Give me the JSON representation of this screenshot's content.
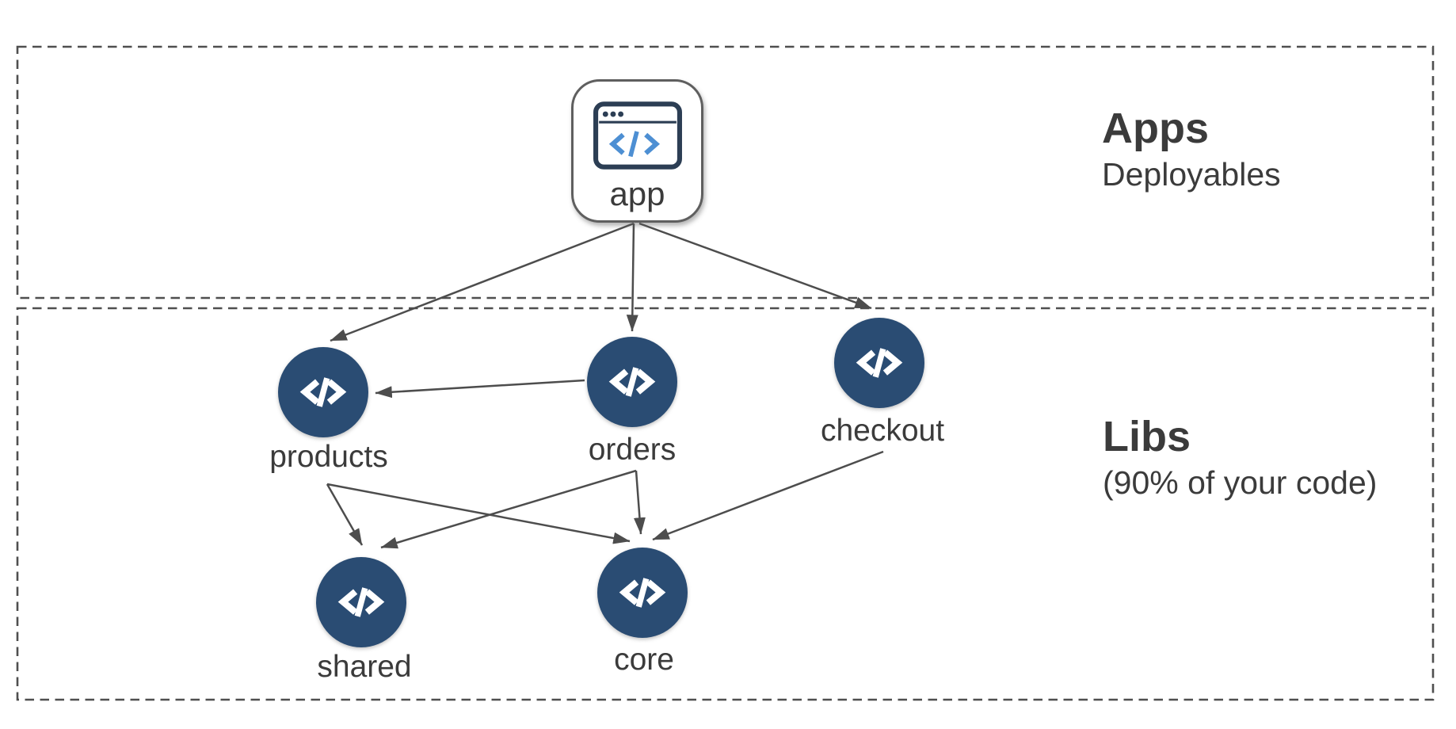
{
  "diagram": {
    "sections": [
      {
        "id": "apps",
        "title": "Apps",
        "subtitle": "Deployables"
      },
      {
        "id": "libs",
        "title": "Libs",
        "subtitle": "(90% of your code)"
      }
    ],
    "nodes": {
      "app": {
        "label": "app",
        "type": "application",
        "icon": "browser-code-icon",
        "section": "apps"
      },
      "products": {
        "label": "products",
        "type": "library",
        "icon": "code-circle-icon",
        "section": "libs"
      },
      "orders": {
        "label": "orders",
        "type": "library",
        "icon": "code-circle-icon",
        "section": "libs"
      },
      "checkout": {
        "label": "checkout",
        "type": "library",
        "icon": "code-circle-icon",
        "section": "libs"
      },
      "shared": {
        "label": "shared",
        "type": "library",
        "icon": "code-circle-icon",
        "section": "libs"
      },
      "core": {
        "label": "core",
        "type": "library",
        "icon": "code-circle-icon",
        "section": "libs"
      }
    },
    "edges": [
      {
        "from": "app",
        "to": "products"
      },
      {
        "from": "app",
        "to": "orders"
      },
      {
        "from": "app",
        "to": "checkout"
      },
      {
        "from": "orders",
        "to": "products"
      },
      {
        "from": "products",
        "to": "shared"
      },
      {
        "from": "products",
        "to": "core"
      },
      {
        "from": "orders",
        "to": "shared"
      },
      {
        "from": "orders",
        "to": "core"
      },
      {
        "from": "checkout",
        "to": "core"
      }
    ],
    "colors": {
      "background": "#ffffff",
      "node_fill": "#2a4c73",
      "node_glyph": "#ffffff",
      "arrow": "#4d4d4d",
      "section_border": "#4f4f4f",
      "text": "#3b3b3b",
      "app_icon_outline": "#2c3e54",
      "app_icon_code": "#4d8fd3"
    }
  }
}
